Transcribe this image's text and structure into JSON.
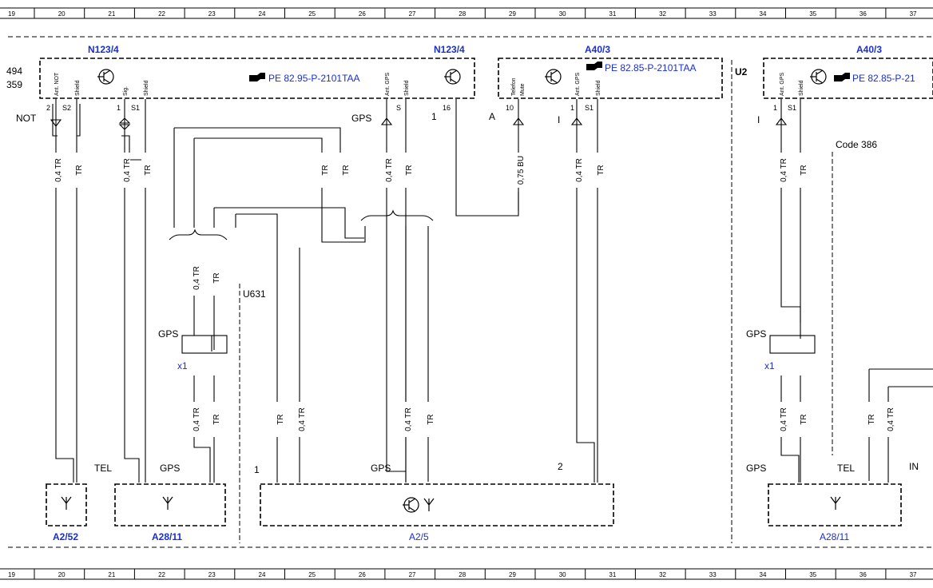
{
  "ruler": {
    "numbers": [
      "19",
      "20",
      "21",
      "22",
      "23",
      "24",
      "25",
      "26",
      "27",
      "28",
      "29",
      "30",
      "31",
      "32",
      "33",
      "34",
      "35",
      "36",
      "37"
    ]
  },
  "labels": {
    "n123_left": "N123/4",
    "n123_right": "N123/4",
    "a40_mid": "A40/3",
    "a40_right": "A40/3",
    "pe_left": "PE 82.95-P-2101TAA",
    "pe_mid": "PE 82.85-P-2101TAA",
    "pe_right": "PE 82.85-P-21",
    "frag_494": "494",
    "frag_359": "359",
    "u2": "U2",
    "u631": "U631",
    "code386": "Code 386",
    "a2_52": "A2/52",
    "a28_11_left": "A28/11",
    "a2_5": "A2/5",
    "a28_11_right": "A28/11"
  },
  "pins": {
    "ant_not": "Ant. NOT",
    "shield": "Shield",
    "sig": "Sig.",
    "ant_gps": "Ant. GPS",
    "telefon": "Telefon",
    "mute": "Mute",
    "p2": "2",
    "ps2": "S2",
    "p1": "1",
    "ps1": "S1",
    "ps": "S",
    "p16": "16",
    "p10": "10"
  },
  "signals": {
    "not": "NOT",
    "gps": "GPS",
    "tel": "TEL",
    "in": "IN",
    "one": "1",
    "two": "2",
    "a": "A",
    "i": "I",
    "x1": "x1"
  },
  "wires": {
    "tr": "TR",
    "tr04": "0,4 TR",
    "bu075": "0,75 BU"
  },
  "colors": {
    "line": "#000000",
    "label_blue": "#1a2fd0"
  }
}
